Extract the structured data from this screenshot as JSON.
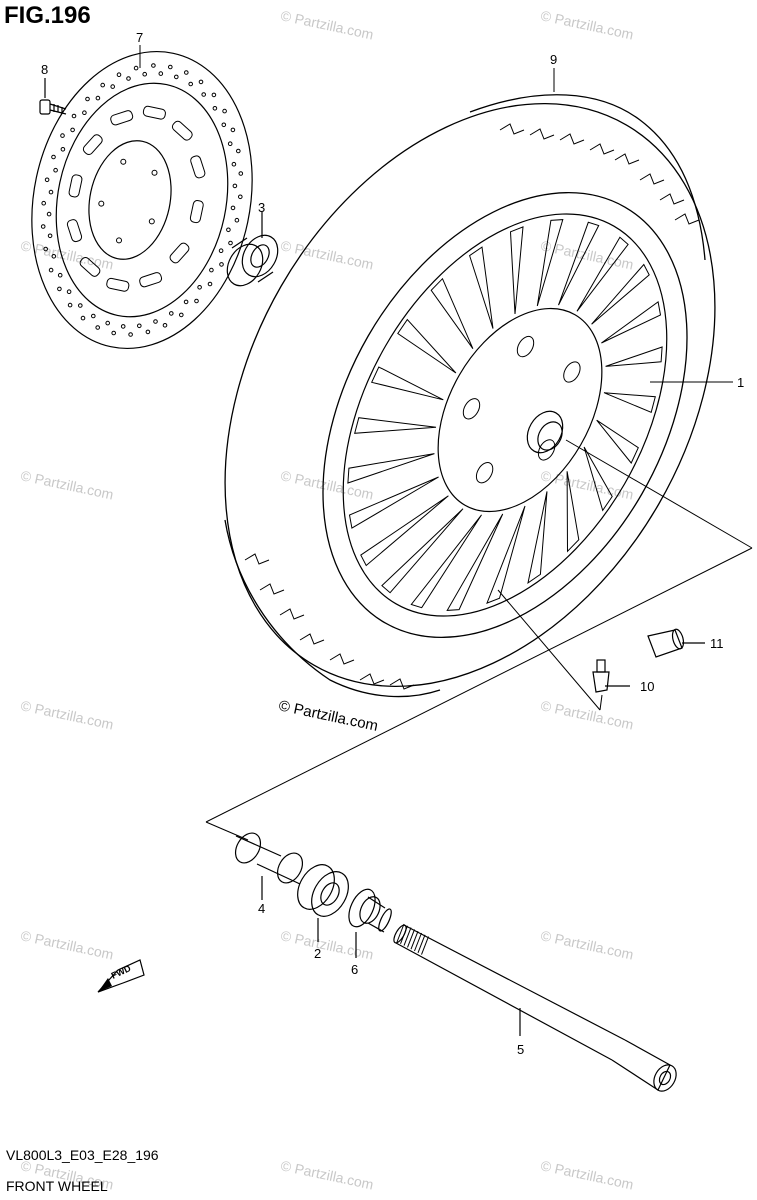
{
  "figure": {
    "title": "FIG.196"
  },
  "callouts": {
    "c1": "1",
    "c2": "2",
    "c3": "3",
    "c4": "4",
    "c5": "5",
    "c6": "6",
    "c7": "7",
    "c8": "8",
    "c9": "9",
    "c10": "10",
    "c11": "11"
  },
  "fwd_label": "FWD",
  "copyright": "© Partzilla.com",
  "watermark": "© Partzilla.com",
  "footer": {
    "code": "VL800L3_E03_E28_196",
    "title": "FRONT WHEEL"
  }
}
